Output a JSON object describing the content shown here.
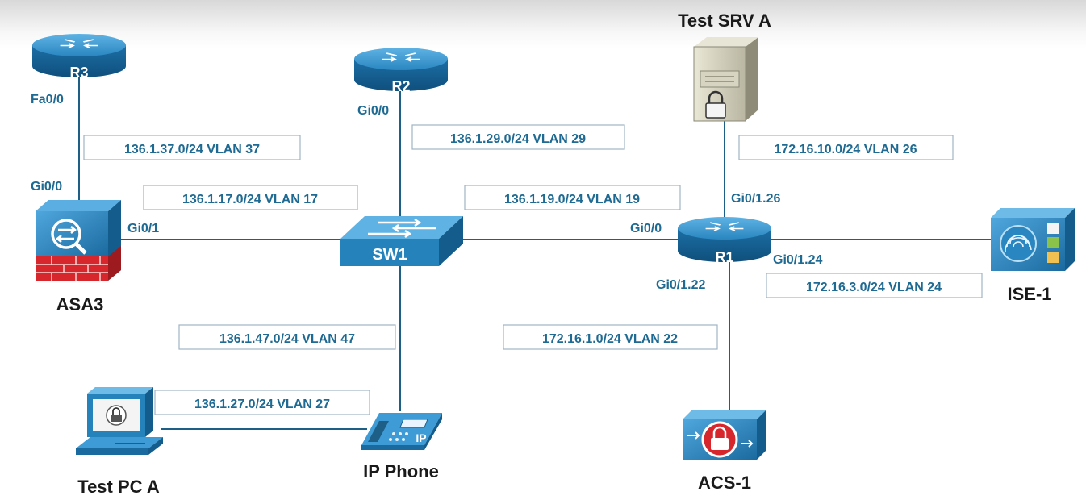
{
  "devices": {
    "r3": "R3",
    "r2": "R2",
    "r1": "R1",
    "sw1": "SW1",
    "asa3": "ASA3",
    "test_srv_a": "Test SRV A",
    "ise1": "ISE-1",
    "acs1": "ACS-1",
    "ip_phone": "IP Phone",
    "test_pc_a": "Test PC A",
    "phone_badge": "IP"
  },
  "ports": {
    "r3_fa00": "Fa0/0",
    "asa3_gi00": "Gi0/0",
    "asa3_gi01": "Gi0/1",
    "r2_gi00": "Gi0/0",
    "r1_gi00": "Gi0/0",
    "r1_gi0126": "Gi0/1.26",
    "r1_gi0124": "Gi0/1.24",
    "r1_gi0122": "Gi0/1.22"
  },
  "subnets": {
    "vlan37": "136.1.37.0/24 VLAN 37",
    "vlan29": "136.1.29.0/24 VLAN 29",
    "vlan26": "172.16.10.0/24 VLAN 26",
    "vlan17": "136.1.17.0/24 VLAN 17",
    "vlan19": "136.1.19.0/24 VLAN 19",
    "vlan24": "172.16.3.0/24 VLAN 24",
    "vlan47": "136.1.47.0/24 VLAN 47",
    "vlan22": "172.16.1.0/24 VLAN 22",
    "vlan27": "136.1.27.0/24 VLAN 27"
  },
  "colors": {
    "link": "#1d5f86",
    "device_blue": "#1f7fb6",
    "label_blue": "#1e6a92",
    "firewall_red": "#d7262c"
  },
  "icons": [
    "router-icon",
    "switch-icon",
    "firewall-icon",
    "server-icon",
    "ise-appliance-icon",
    "acs-appliance-icon",
    "ip-phone-icon",
    "workstation-icon"
  ]
}
